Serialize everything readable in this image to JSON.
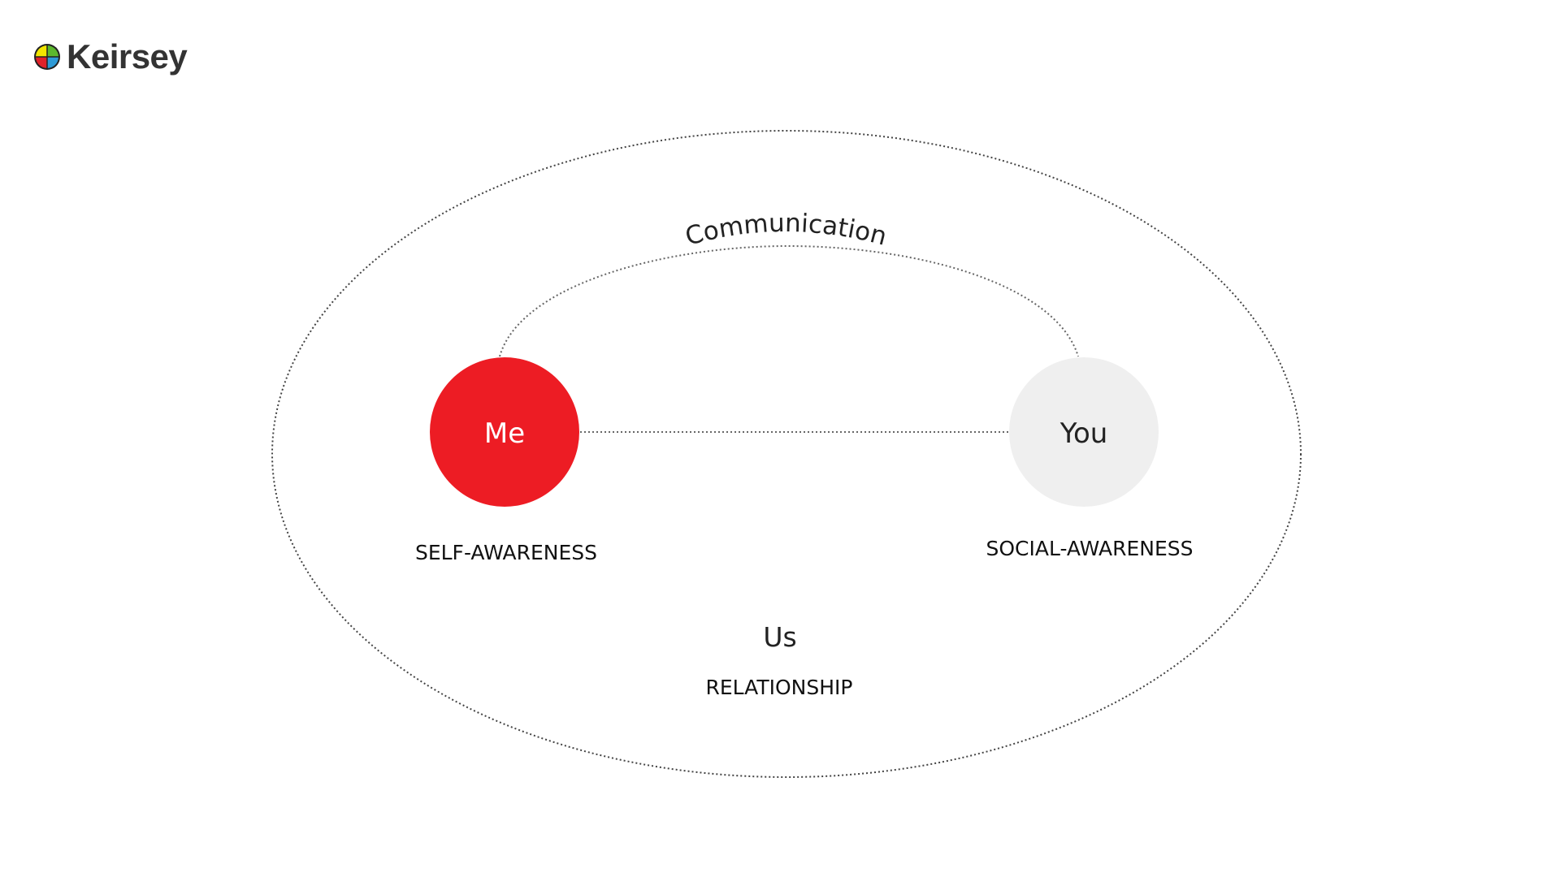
{
  "logo": {
    "text": "Keirsey"
  },
  "diagram": {
    "arc_label": "Communication",
    "me": {
      "label": "Me",
      "caption": "SELF-AWARENESS",
      "color": "#ed1c24"
    },
    "you": {
      "label": "You",
      "caption": "SOCIAL-AWARENESS",
      "color": "#efefef"
    },
    "us": {
      "label": "Us",
      "caption": "RELATIONSHIP"
    }
  }
}
